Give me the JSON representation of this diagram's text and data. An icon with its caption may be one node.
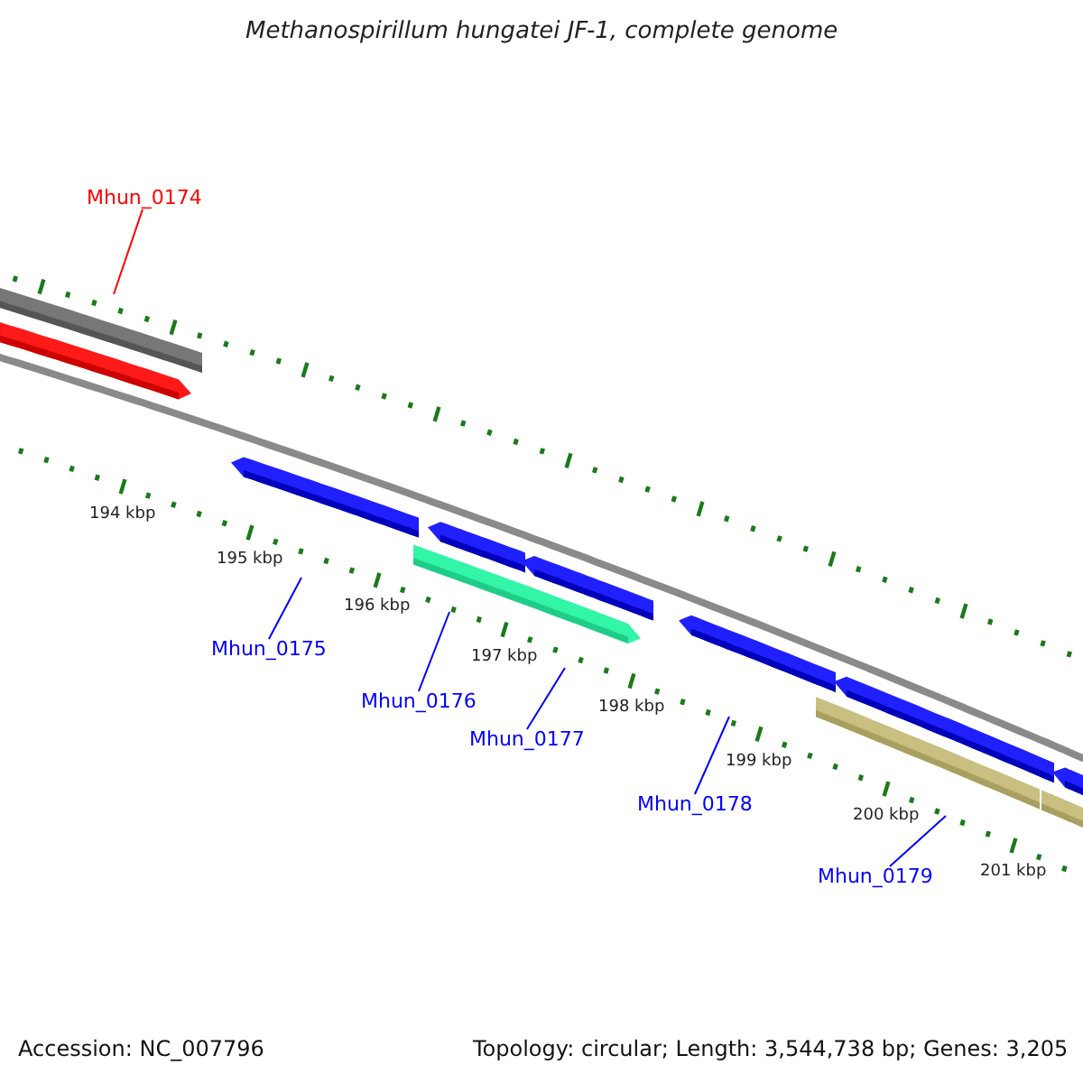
{
  "diagram": {
    "title": "Methanospirillum hungatei JF-1, complete genome",
    "nodes": [
      {
        "text": [
          "Mhun_0174"
        ]
      },
      {
        "text": [
          "Mhun_0175"
        ]
      },
      {
        "text": [
          "Mhun_0176"
        ]
      },
      {
        "text": [
          "Mhun_0177"
        ]
      },
      {
        "text": [
          "Mhun_0178"
        ]
      },
      {
        "text": [
          "Mhun_0179"
        ]
      }
    ],
    "edges": [
      {
        "from": 0,
        "to": null,
        "arrow": "none",
        "color": "#ff0000"
      },
      {
        "from": 1,
        "to": null,
        "arrow": "none"
      },
      {
        "from": 2,
        "to": null,
        "arrow": "none"
      },
      {
        "from": 3,
        "to": null,
        "arrow": "none"
      },
      {
        "from": 4,
        "to": null,
        "arrow": "none"
      },
      {
        "from": 5,
        "to": null,
        "arrow": "none"
      }
    ],
    "labels": [
      "194 kbp",
      "195 kbp",
      "196 kbp",
      "197 kbp",
      "198 kbp",
      "199 kbp",
      "200 kbp",
      "201 kbp",
      "Accession: NC_007796",
      "Topology: circular; Length: 3,544,738 bp; Genes: 3,205"
    ]
  }
}
